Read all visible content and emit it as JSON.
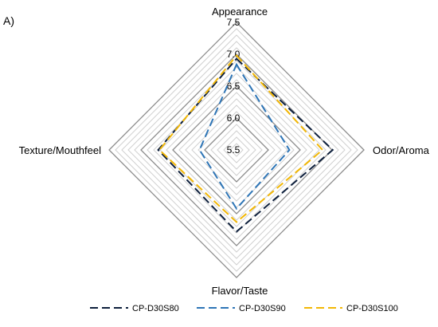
{
  "panel_label": "A)",
  "chart_data": {
    "type": "radar",
    "axes": [
      "Appearance",
      "Odor/Aroma",
      "Flavor/Taste",
      "Texture/Mouthfeel"
    ],
    "range": [
      5.5,
      7.5
    ],
    "ticks": [
      "5.5",
      "6.0",
      "6.5",
      "7.0",
      "7.5"
    ],
    "grid": true,
    "legend_position": "bottom",
    "series": [
      {
        "name": "CP-D30S80",
        "color": "#0d1f3c",
        "dash": "long-dash",
        "values": [
          6.93,
          7.01,
          6.78,
          6.73
        ]
      },
      {
        "name": "CP-D30S90",
        "color": "#2e75b6",
        "dash": "long-dash",
        "values": [
          6.84,
          6.33,
          6.42,
          6.08
        ]
      },
      {
        "name": "CP-D30S100",
        "color": "#f2b705",
        "dash": "long-dash",
        "values": [
          6.98,
          6.85,
          6.63,
          6.71
        ]
      }
    ]
  }
}
